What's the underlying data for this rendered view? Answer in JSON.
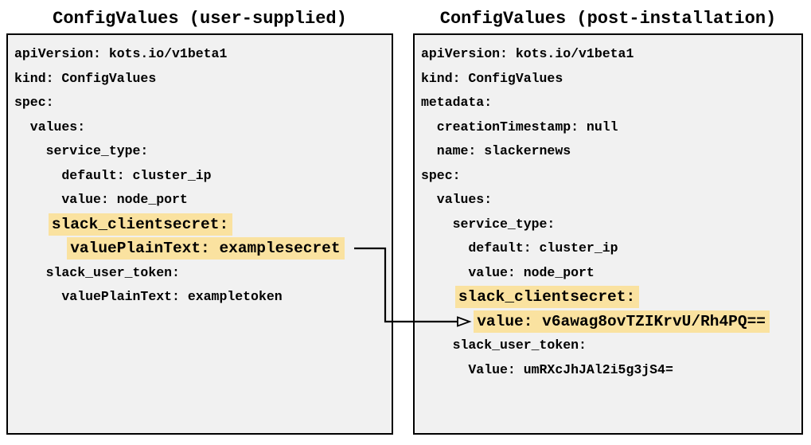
{
  "panels": {
    "left": {
      "title": "ConfigValues (user-supplied)",
      "lines": [
        {
          "text": "apiVersion: kots.io/v1beta1",
          "highlight": false
        },
        {
          "text": "kind: ConfigValues",
          "highlight": false
        },
        {
          "text": "spec:",
          "highlight": false
        },
        {
          "text": "  values:",
          "highlight": false
        },
        {
          "text": "    service_type:",
          "highlight": false
        },
        {
          "text": "      default: cluster_ip",
          "highlight": false
        },
        {
          "text": "      value: node_port",
          "highlight": false
        },
        {
          "text": "    slack_clientsecret:",
          "highlight": true
        },
        {
          "text": "      valuePlainText: examplesecret",
          "highlight": true
        },
        {
          "text": "    slack_user_token:",
          "highlight": false
        },
        {
          "text": "      valuePlainText: exampletoken",
          "highlight": false
        }
      ]
    },
    "right": {
      "title": "ConfigValues (post-installation)",
      "lines": [
        {
          "text": "apiVersion: kots.io/v1beta1",
          "highlight": false
        },
        {
          "text": "kind: ConfigValues",
          "highlight": false
        },
        {
          "text": "metadata:",
          "highlight": false
        },
        {
          "text": "  creationTimestamp: null",
          "highlight": false
        },
        {
          "text": "  name: slackernews",
          "highlight": false
        },
        {
          "text": "spec:",
          "highlight": false
        },
        {
          "text": "  values:",
          "highlight": false
        },
        {
          "text": "    service_type:",
          "highlight": false
        },
        {
          "text": "      default: cluster_ip",
          "highlight": false
        },
        {
          "text": "      value: node_port",
          "highlight": false
        },
        {
          "text": "    slack_clientsecret:",
          "highlight": true
        },
        {
          "text": "      value: v6awag8ovTZIKrvU/Rh4PQ==",
          "highlight": true
        },
        {
          "text": "    slack_user_token:",
          "highlight": false
        },
        {
          "text": "      Value: umRXcJhJAl2i5g3jS4=",
          "highlight": false
        }
      ]
    }
  },
  "connector": {
    "from": "valuePlainText: examplesecret",
    "to": "value: v6awag8ovTZIKrvU/Rh4PQ=="
  },
  "colors": {
    "highlight": "#FAE2A0",
    "panel_background": "#F1F1F1",
    "border": "#000000",
    "text": "#000000",
    "arrow": "#000000"
  }
}
